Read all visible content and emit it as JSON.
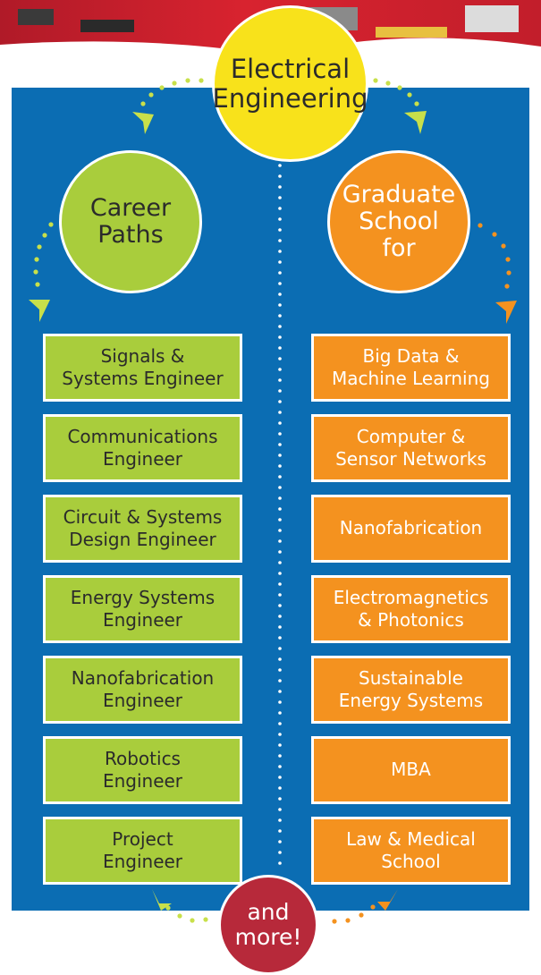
{
  "colors": {
    "panel": "#0b6db3",
    "center": "#f8e21b",
    "career": "#a9cd3c",
    "graduate": "#f4921f",
    "more": "#b7293a",
    "dots_left": "#c8e04a",
    "dots_right": "#f4921f"
  },
  "center_node": {
    "label": "Electrical\nEngineering"
  },
  "career_node": {
    "label": "Career\nPaths"
  },
  "graduate_node": {
    "label": "Graduate\nSchool\nfor"
  },
  "more_node": {
    "label": "and\nmore!"
  },
  "career_items": [
    "Signals &\nSystems Engineer",
    "Communications\nEngineer",
    "Circuit & Systems\nDesign Engineer",
    "Energy Systems\nEngineer",
    "Nanofabrication\nEngineer",
    "Robotics\nEngineer",
    "Project\nEngineer"
  ],
  "graduate_items": [
    "Big Data &\nMachine Learning",
    "Computer &\nSensor Networks",
    "Nanofabrication",
    "Electromagnetics\n& Photonics",
    "Sustainable\nEnergy Systems",
    "MBA",
    "Law & Medical\nSchool"
  ]
}
